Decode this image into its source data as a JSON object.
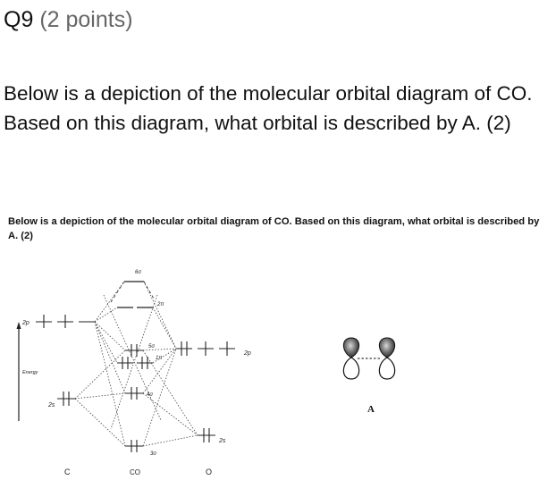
{
  "question": {
    "number": "Q9",
    "points": "(2 points)",
    "text": "Below is a depiction of the molecular orbital diagram of CO. Based on this diagram, what orbital is described by A. (2)"
  },
  "embedded_image": {
    "caption": "Below is a depiction of the molecular orbital diagram of CO. Based on this diagram, what orbital is described by A. (2)",
    "energy_label": "Energy",
    "columns": {
      "left": "C",
      "center": "CO",
      "right": "O"
    },
    "atomic_orbitals": {
      "c_2p": "2p",
      "c_2s": "2s",
      "o_2p": "2p",
      "o_2s": "2s"
    },
    "molecular_orbitals": {
      "six_sigma": "6σ",
      "two_pi": "2π",
      "five_sigma": "5σ",
      "one_pi": "1π",
      "four_sigma": "4σ",
      "three_sigma": "3σ"
    },
    "orbital_sketch_label": "A"
  }
}
